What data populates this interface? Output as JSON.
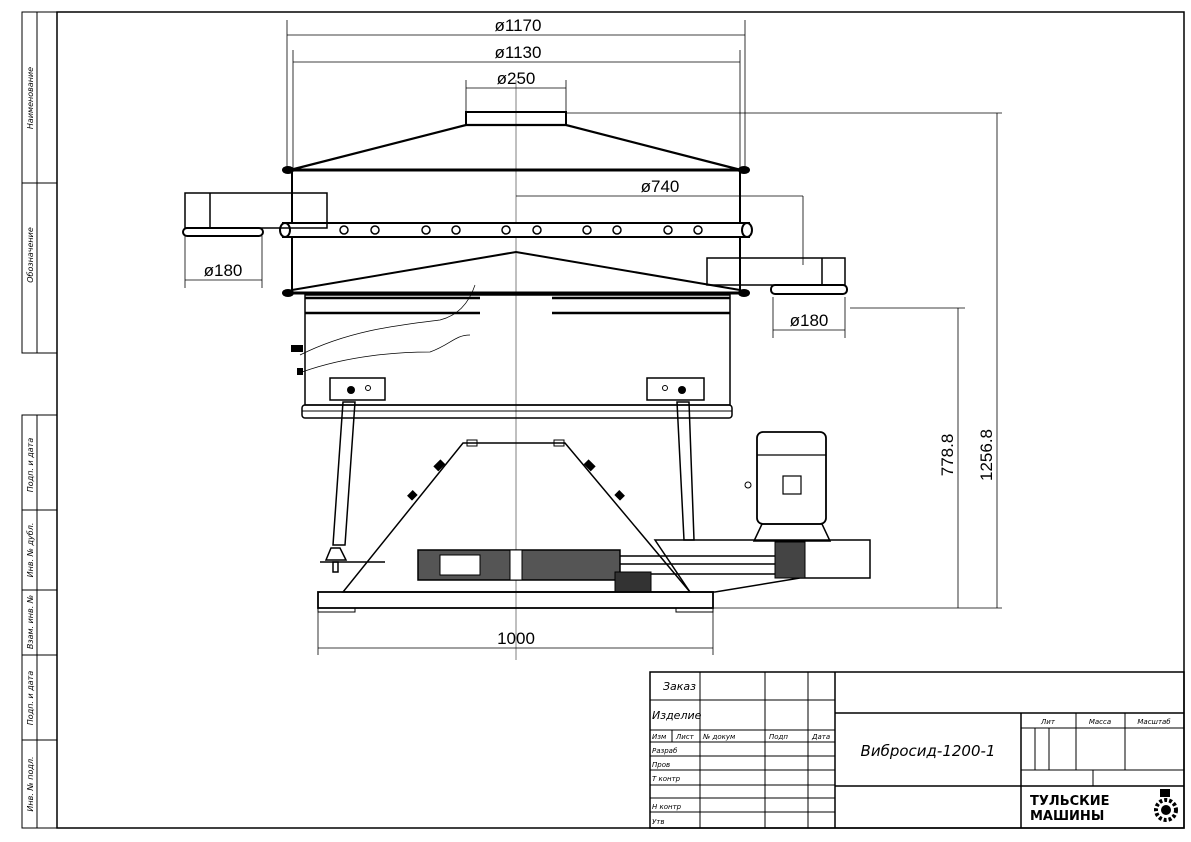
{
  "side_strip": {
    "top": [
      "Наименование",
      "Обозначение"
    ],
    "bottom": [
      "Подп. и дата",
      "Инв. № дубл.",
      "Взам. инв. №",
      "Подп. и дата",
      "Инв. № подл."
    ]
  },
  "dimensions": {
    "d1170": "ø1170",
    "d1130": "ø1130",
    "d250": "ø250",
    "d740": "ø740",
    "d180_left": "ø180",
    "d180_right": "ø180",
    "w1000": "1000",
    "h778": "778.8",
    "h1256": "1256.8"
  },
  "title_block": {
    "order": "Заказ",
    "product": "Изделие",
    "headers": [
      "Изм",
      "Лист",
      "№ докум",
      "Подп",
      "Дата"
    ],
    "roles": [
      "Разраб",
      "Пров",
      "Т контр",
      "",
      "Н контр",
      "Утв"
    ],
    "title": "Вибросид-1200-1",
    "lit": "Лит",
    "mass": "Масса",
    "scale": "Масштаб",
    "company": [
      "ТУЛЬСКИЕ",
      "МАШИНЫ"
    ]
  }
}
